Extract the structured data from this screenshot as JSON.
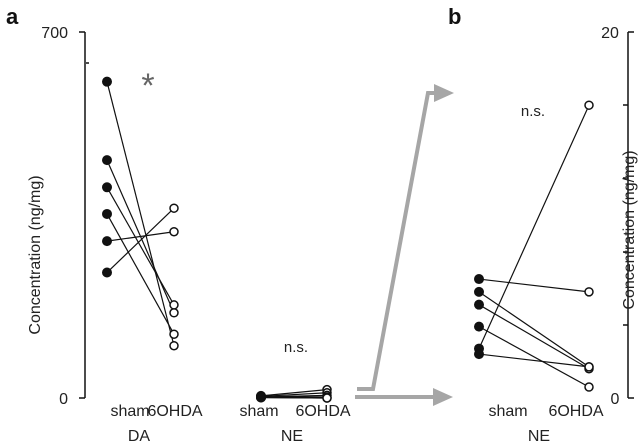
{
  "colors": {
    "axis": "#111111",
    "filled_marker": "#111111",
    "open_marker": "#ffffff",
    "arrow": "#a6a6a6",
    "significance_star": "#666666"
  },
  "chart_data": [
    {
      "panel": "a",
      "type": "scatter",
      "subtype": "paired before-after dot plot",
      "ylabel": "Concentration (ng/mg)",
      "ylim": [
        0,
        700
      ],
      "yticks": [
        "0",
        "700"
      ],
      "grid": false,
      "groups": [
        {
          "name": "DA",
          "categories": [
            "sham",
            "6OHDA"
          ],
          "annotation": "*",
          "pairs": [
            [
              605,
              100
            ],
            [
              455,
              163
            ],
            [
              403,
              178
            ],
            [
              352,
              122
            ],
            [
              300,
              318
            ],
            [
              240,
              363
            ]
          ]
        },
        {
          "name": "NE",
          "categories": [
            "sham",
            "6OHDA"
          ],
          "annotation": "n.s.",
          "pairs": [
            [
              4,
              16
            ],
            [
              3,
              10
            ],
            [
              2,
              5
            ],
            [
              2,
              2
            ],
            [
              1,
              0
            ],
            [
              1,
              0
            ]
          ]
        }
      ]
    },
    {
      "panel": "b",
      "type": "scatter",
      "subtype": "paired before-after dot plot",
      "group": "NE",
      "categories": [
        "sham",
        "6OHDA"
      ],
      "ylabel": "Concentration (ng/mg)",
      "ylim": [
        0,
        20
      ],
      "yticks": [
        "0",
        "20"
      ],
      "annotation": "n.s.",
      "grid": false,
      "pairs": [
        [
          6.5,
          5.8
        ],
        [
          5.8,
          1.7
        ],
        [
          5.1,
          1.6
        ],
        [
          3.9,
          0.6
        ],
        [
          2.7,
          16.0
        ],
        [
          2.4,
          1.7
        ]
      ]
    }
  ]
}
